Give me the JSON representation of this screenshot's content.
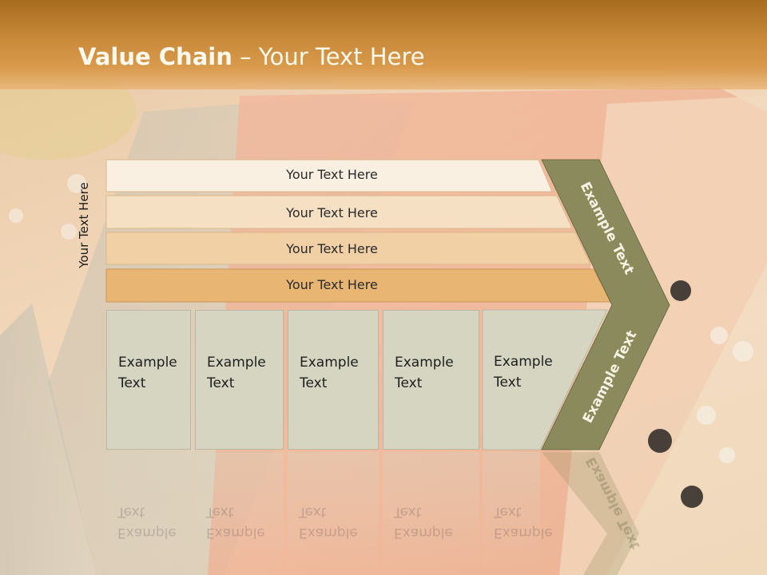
{
  "title": {
    "bold": "Value Chain",
    "rest": " – Your Text Here"
  },
  "vertical_label": "Your Text Here",
  "bands": [
    {
      "label": "Your Text Here",
      "color": "#faf0e2"
    },
    {
      "label": "Your Text Here",
      "color": "#f6e0c4"
    },
    {
      "label": "Your Text Here",
      "color": "#f1d0a6"
    },
    {
      "label": "Your Text Here",
      "color": "#e9b572"
    }
  ],
  "boxes": [
    {
      "line1": "Example",
      "line2": "Text"
    },
    {
      "line1": "Example",
      "line2": "Text"
    },
    {
      "line1": "Example",
      "line2": "Text"
    },
    {
      "line1": "Example",
      "line2": "Text"
    },
    {
      "line1": "Example",
      "line2": "Text"
    }
  ],
  "arrow": {
    "top_label": "Example Text",
    "bottom_label": "Example Text",
    "color": "#8b8a5c"
  },
  "colors": {
    "header": "#c98a3a",
    "box_fill": "#d6d5c2"
  }
}
